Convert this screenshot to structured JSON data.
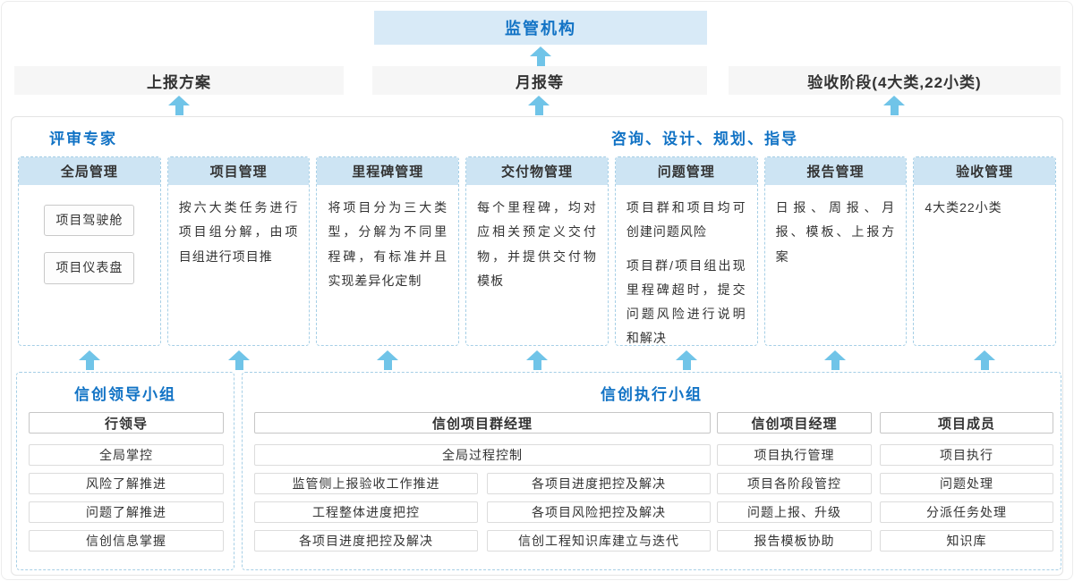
{
  "top": {
    "regulator": "监管机构",
    "boxes": [
      "上报方案",
      "月报等",
      "验收阶段(4大类,22小类)"
    ]
  },
  "middle": {
    "left_label": "评审专家",
    "right_label": "咨询、设计、规划、指导",
    "columns": [
      {
        "header": "全局管理",
        "chips": [
          "项目驾驶舱",
          "项目仪表盘"
        ]
      },
      {
        "header": "项目管理",
        "paragraphs": [
          "按六大类任务进行项目组分解，由项目组进行项目推"
        ]
      },
      {
        "header": "里程碑管理",
        "paragraphs": [
          "将项目分为三大类型，分解为不同里程碑，有标准并且实现差异化定制"
        ]
      },
      {
        "header": "交付物管理",
        "paragraphs": [
          "每个里程碑，均对应相关预定义交付物，并提供交付物模板"
        ]
      },
      {
        "header": "问题管理",
        "paragraphs": [
          "项目群和项目均可创建问题风险",
          "项目群/项目组出现里程碑超时，提交问题风险进行说明和解决"
        ]
      },
      {
        "header": "报告管理",
        "paragraphs": [
          "日报、周报、月报、模板、上报方案"
        ]
      },
      {
        "header": "验收管理",
        "paragraphs": [
          "4大类22小类"
        ]
      }
    ]
  },
  "bottom": {
    "leader_group": {
      "title": "信创领导小组",
      "role": "行领导",
      "items": [
        "全局掌控",
        "风险了解推进",
        "问题了解推进",
        "信创信息掌握"
      ]
    },
    "exec_group": {
      "title": "信创执行小组",
      "pgm": {
        "role": "信创项目群经理",
        "full_row": "全局过程控制",
        "left_items": [
          "监管侧上报验收工作推进",
          "工程整体进度把控",
          "各项目进度把控及解决"
        ],
        "right_items": [
          "各项目进度把控及解决",
          "各项目风险把控及解决",
          "信创工程知识库建立与迭代"
        ]
      },
      "pm": {
        "role": "信创项目经理",
        "items": [
          "项目执行管理",
          "项目各阶段管控",
          "问题上报、升级",
          "报告模板协助"
        ]
      },
      "member": {
        "role": "项目成员",
        "items": [
          "项目执行",
          "问题处理",
          "分派任务处理",
          "知识库"
        ]
      }
    }
  },
  "colors": {
    "accent_blue": "#1273c5",
    "header_bg": "#cde4f3",
    "arrow_blue": "#70c4e8",
    "regulator_bg": "#d8eaf7"
  }
}
